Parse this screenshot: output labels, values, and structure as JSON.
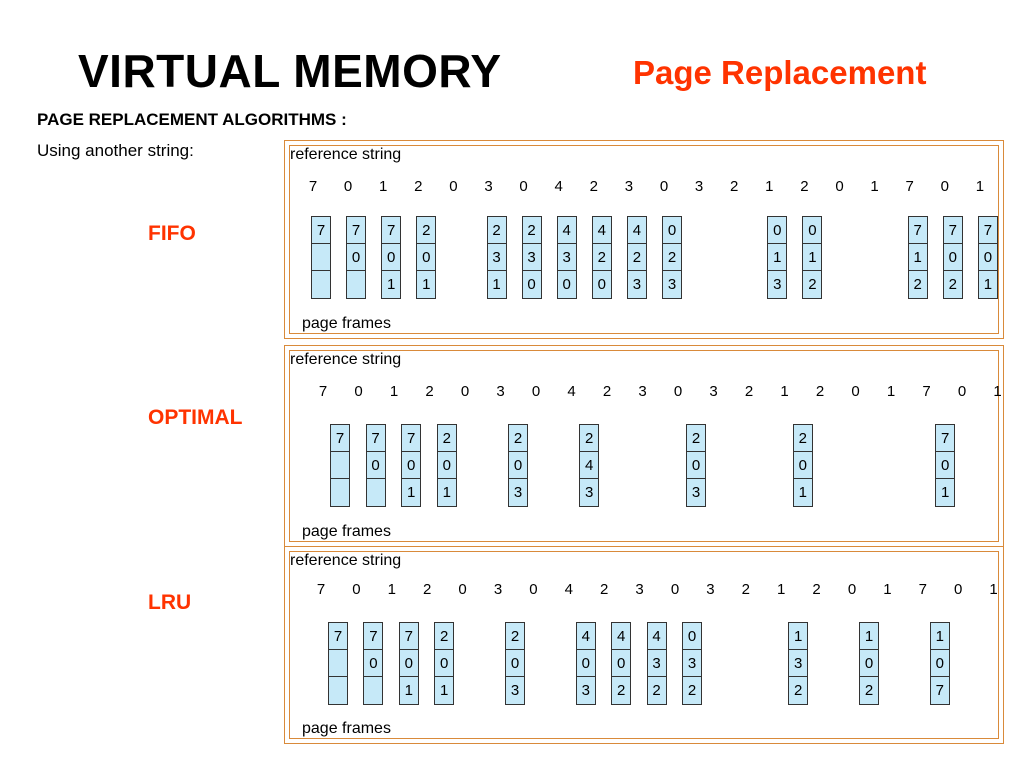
{
  "header": {
    "title": "VIRTUAL MEMORY",
    "subtitle": "Page Replacement",
    "section_heading": "PAGE REPLACEMENT ALGORITHMS :",
    "intro": "Using another string:"
  },
  "reference_string_label": "reference string",
  "page_frames_label": "page frames",
  "reference_string": [
    "7",
    "0",
    "1",
    "2",
    "0",
    "3",
    "0",
    "4",
    "2",
    "3",
    "0",
    "3",
    "2",
    "1",
    "2",
    "0",
    "1",
    "7",
    "0",
    "1"
  ],
  "panels": [
    {
      "label": "FIFO",
      "frames": [
        {
          "ref_index": 0,
          "cells": [
            "7",
            "",
            ""
          ]
        },
        {
          "ref_index": 1,
          "cells": [
            "7",
            "0",
            ""
          ]
        },
        {
          "ref_index": 2,
          "cells": [
            "7",
            "0",
            "1"
          ]
        },
        {
          "ref_index": 3,
          "cells": [
            "2",
            "0",
            "1"
          ]
        },
        {
          "ref_index": 5,
          "cells": [
            "2",
            "3",
            "1"
          ]
        },
        {
          "ref_index": 6,
          "cells": [
            "2",
            "3",
            "0"
          ]
        },
        {
          "ref_index": 7,
          "cells": [
            "4",
            "3",
            "0"
          ]
        },
        {
          "ref_index": 8,
          "cells": [
            "4",
            "2",
            "0"
          ]
        },
        {
          "ref_index": 9,
          "cells": [
            "4",
            "2",
            "3"
          ]
        },
        {
          "ref_index": 10,
          "cells": [
            "0",
            "2",
            "3"
          ]
        },
        {
          "ref_index": 13,
          "cells": [
            "0",
            "1",
            "3"
          ]
        },
        {
          "ref_index": 14,
          "cells": [
            "0",
            "1",
            "2"
          ]
        },
        {
          "ref_index": 17,
          "cells": [
            "7",
            "1",
            "2"
          ]
        },
        {
          "ref_index": 18,
          "cells": [
            "7",
            "0",
            "2"
          ]
        },
        {
          "ref_index": 19,
          "cells": [
            "7",
            "0",
            "1"
          ]
        }
      ]
    },
    {
      "label": "OPTIMAL",
      "frames": [
        {
          "ref_index": 0,
          "cells": [
            "7",
            "",
            ""
          ]
        },
        {
          "ref_index": 1,
          "cells": [
            "7",
            "0",
            ""
          ]
        },
        {
          "ref_index": 2,
          "cells": [
            "7",
            "0",
            "1"
          ]
        },
        {
          "ref_index": 3,
          "cells": [
            "2",
            "0",
            "1"
          ]
        },
        {
          "ref_index": 5,
          "cells": [
            "2",
            "0",
            "3"
          ]
        },
        {
          "ref_index": 7,
          "cells": [
            "2",
            "4",
            "3"
          ]
        },
        {
          "ref_index": 10,
          "cells": [
            "2",
            "0",
            "3"
          ]
        },
        {
          "ref_index": 13,
          "cells": [
            "2",
            "0",
            "1"
          ]
        },
        {
          "ref_index": 17,
          "cells": [
            "7",
            "0",
            "1"
          ]
        }
      ]
    },
    {
      "label": "LRU",
      "frames": [
        {
          "ref_index": 0,
          "cells": [
            "7",
            "",
            ""
          ]
        },
        {
          "ref_index": 1,
          "cells": [
            "7",
            "0",
            ""
          ]
        },
        {
          "ref_index": 2,
          "cells": [
            "7",
            "0",
            "1"
          ]
        },
        {
          "ref_index": 3,
          "cells": [
            "2",
            "0",
            "1"
          ]
        },
        {
          "ref_index": 5,
          "cells": [
            "2",
            "0",
            "3"
          ]
        },
        {
          "ref_index": 7,
          "cells": [
            "4",
            "0",
            "3"
          ]
        },
        {
          "ref_index": 8,
          "cells": [
            "4",
            "0",
            "2"
          ]
        },
        {
          "ref_index": 9,
          "cells": [
            "4",
            "3",
            "2"
          ]
        },
        {
          "ref_index": 10,
          "cells": [
            "0",
            "3",
            "2"
          ]
        },
        {
          "ref_index": 13,
          "cells": [
            "1",
            "3",
            "2"
          ]
        },
        {
          "ref_index": 15,
          "cells": [
            "1",
            "0",
            "2"
          ]
        },
        {
          "ref_index": 17,
          "cells": [
            "1",
            "0",
            "7"
          ]
        }
      ]
    }
  ]
}
